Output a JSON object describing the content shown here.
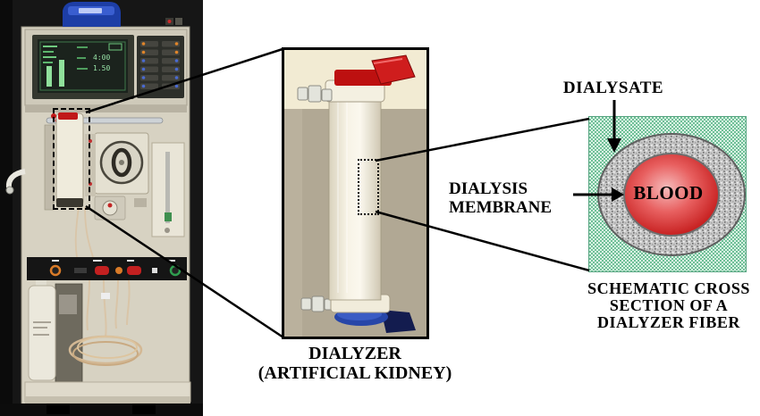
{
  "machine": {
    "screen_values": [
      "4:00",
      "1.50"
    ]
  },
  "dialyzer": {
    "caption_lines": [
      "DIALYZER",
      "(ARTIFICIAL KIDNEY)"
    ]
  },
  "cross_section": {
    "dialysate_label": "DIALYSATE",
    "membrane_label_lines": [
      "DIALYSIS",
      "MEMBRANE"
    ],
    "blood_label": "BLOOD",
    "caption_lines": [
      "SCHEMATIC CROSS",
      "SECTION OF A",
      "DIALYZER FIBER"
    ]
  },
  "colors": {
    "dialysate_green_light": "#d9f2e4",
    "dialysate_green_dark": "#6fbf97",
    "blood_red": "#bf1111",
    "membrane_gray": "#c7c7c7",
    "callout_black": "#000000"
  }
}
